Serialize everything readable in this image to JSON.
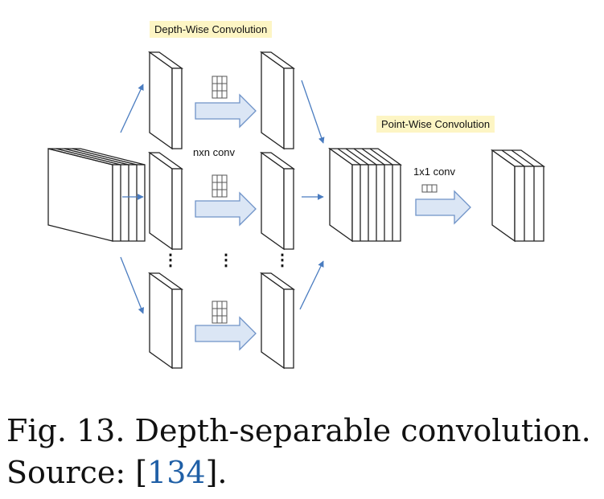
{
  "labels": {
    "depthwise": "Depth-Wise Convolution",
    "pointwise": "Point-Wise Convolution",
    "nxn": "nxn conv",
    "one_by_one": "1x1 conv",
    "dots": "⋮"
  },
  "caption": {
    "line1": "Fig. 13. Depth-separable convolution.",
    "line2_prefix": "Source: [",
    "line2_cite": "134",
    "line2_suffix": "]."
  },
  "colors": {
    "arrow_fill": "#dbe6f5",
    "arrow_stroke": "#6f93c8",
    "line_arrow": "#4a7cc0",
    "highlight": "#fdf5c4"
  }
}
